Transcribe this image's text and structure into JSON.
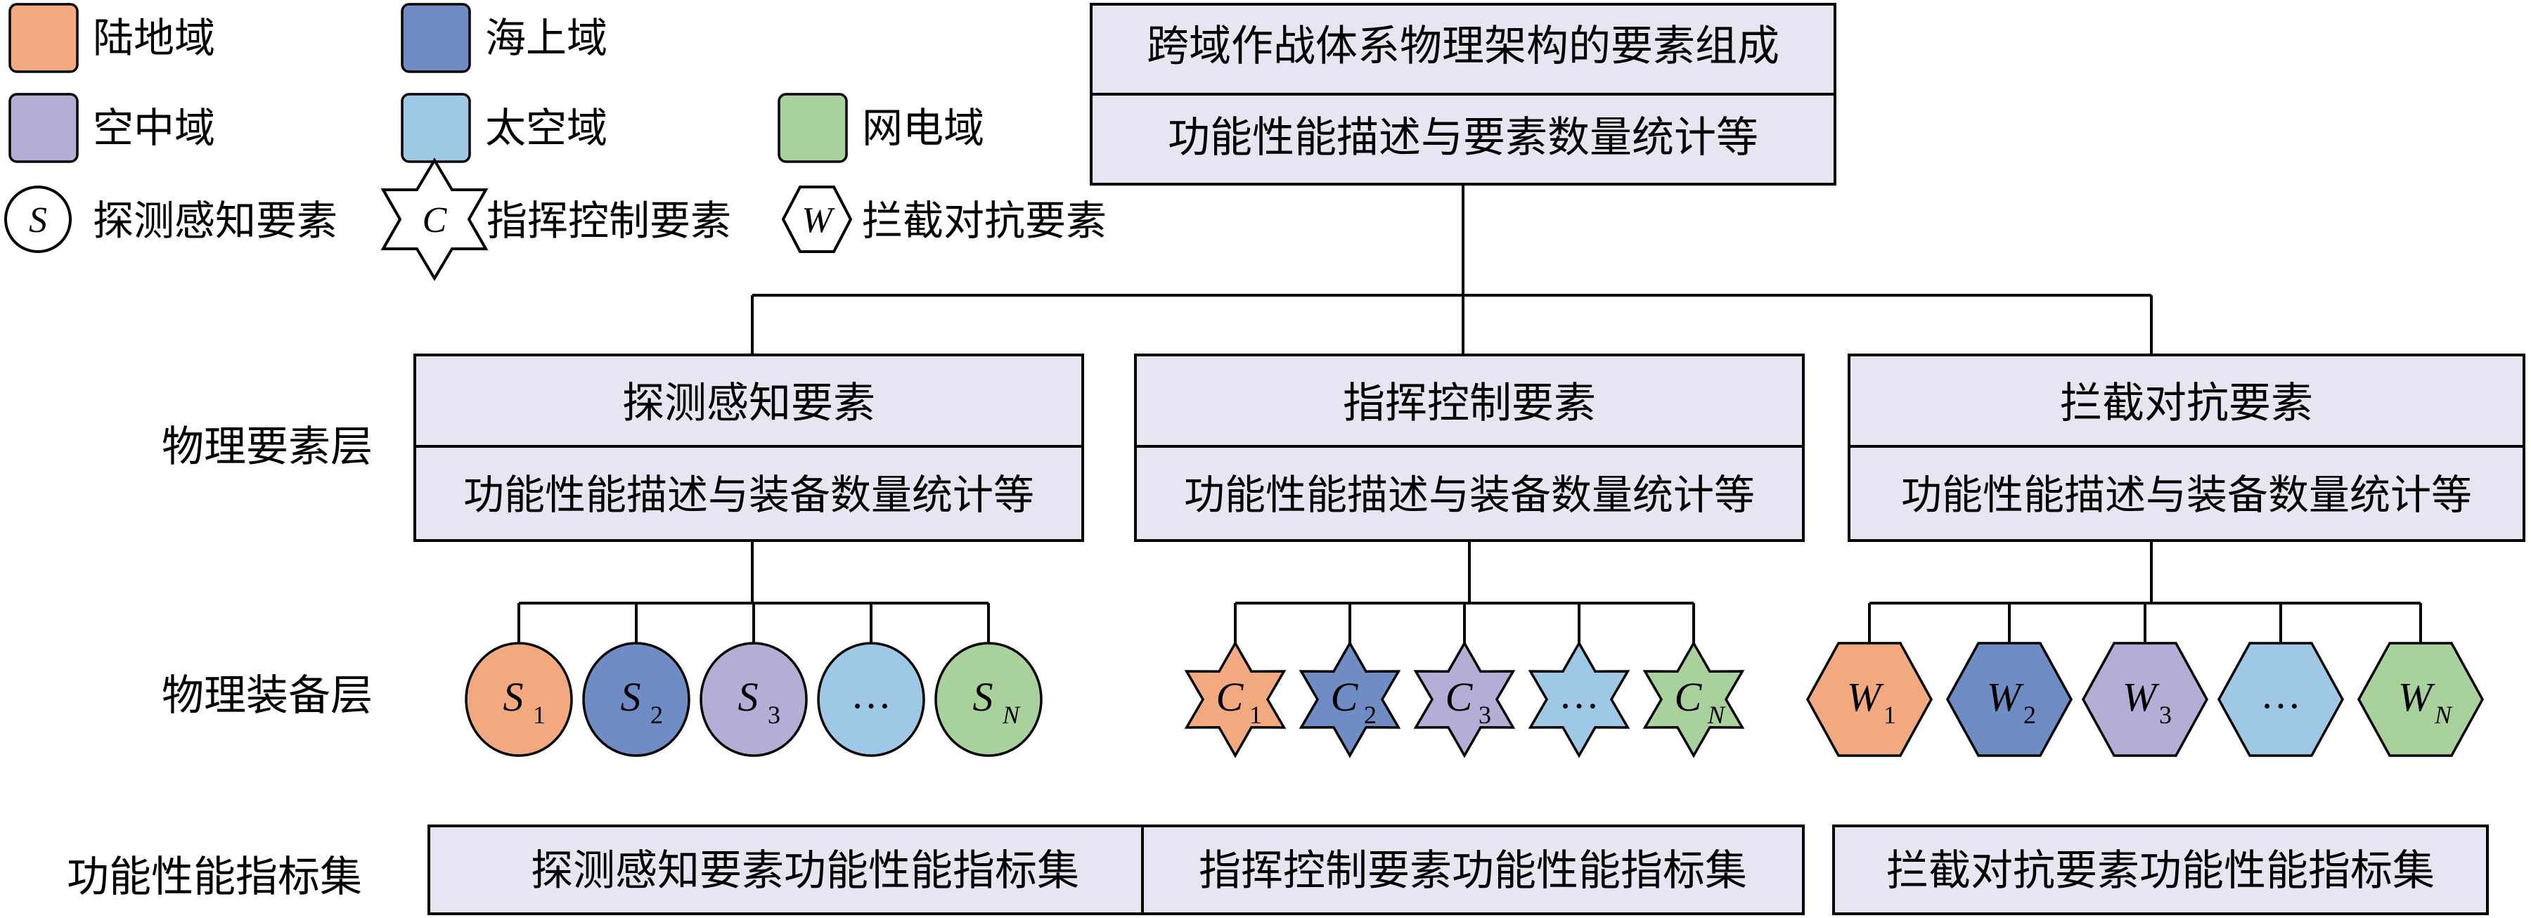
{
  "colors": {
    "land": "#f2a980",
    "sea": "#6f8cc4",
    "air": "#b3aed6",
    "space": "#9fc7e6",
    "cyber": "#a8d19c",
    "box_fill": "#e6e6f2"
  },
  "legend": {
    "land": "陆地域",
    "sea": "海上域",
    "air": "空中域",
    "space": "太空域",
    "cyber": "网电域",
    "sense_symbol": "S",
    "sense": "探测感知要素",
    "command_symbol": "C",
    "command": "指挥控制要素",
    "intercept_symbol": "W",
    "intercept": "拦截对抗要素"
  },
  "top": {
    "title": "跨域作战体系物理架构的要素组成",
    "subtitle": "功能性能描述与要素数量统计等"
  },
  "layers": {
    "element_layer": "物理要素层",
    "equipment_layer": "物理装备层",
    "index_layer": "功能性能指标集"
  },
  "columns": [
    {
      "title": "探测感知要素",
      "desc": "功能性能描述与装备数量统计等",
      "shape": "circle-icon",
      "symbol": "S",
      "items": [
        "1",
        "2",
        "3",
        "…",
        "N"
      ],
      "index_set": "探测感知要素功能性能指标集"
    },
    {
      "title": "指挥控制要素",
      "desc": "功能性能描述与装备数量统计等",
      "shape": "star-icon",
      "symbol": "C",
      "items": [
        "1",
        "2",
        "3",
        "…",
        "N"
      ],
      "index_set": "指挥控制要素功能性能指标集"
    },
    {
      "title": "拦截对抗要素",
      "desc": "功能性能描述与装备数量统计等",
      "shape": "hexagon-icon",
      "symbol": "W",
      "items": [
        "1",
        "2",
        "3",
        "…",
        "N"
      ],
      "index_set": "拦截对抗要素功能性能指标集"
    }
  ]
}
